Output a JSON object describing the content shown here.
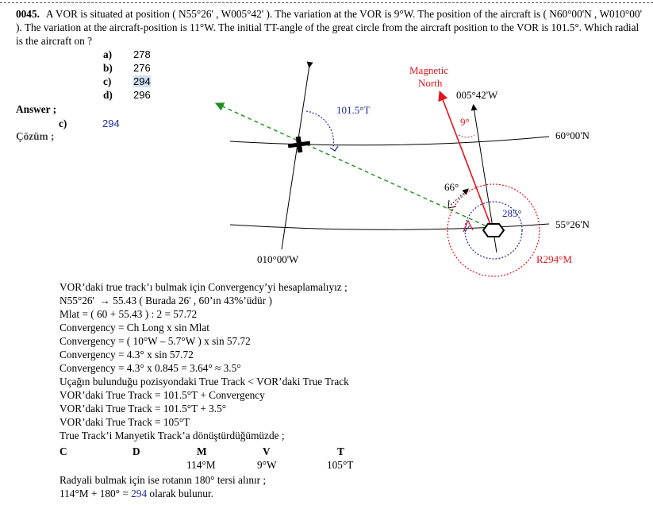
{
  "question": {
    "number": "0045.",
    "text": "A VOR is situated at position ( N55°26' , W005°42' ). The variation at the VOR is 9°W. The position of the aircraft is ( N60°00'N , W010°00' ). The variation at the aircraft-position is 11°W. The initial TT-angle of the great circle from the aircraft position to the VOR is 101.5°. Which radial is the aircraft on ?"
  },
  "options": [
    {
      "letter": "a)",
      "value": "278"
    },
    {
      "letter": "b)",
      "value": "276"
    },
    {
      "letter": "c)",
      "value": "294"
    },
    {
      "letter": "d)",
      "value": "296"
    }
  ],
  "answer": {
    "label": "Answer ;",
    "letter": "c)",
    "value": "294"
  },
  "cozum_label": "Çözüm ;",
  "diagram": {
    "magnetic_north": [
      "Magnetic",
      "North"
    ],
    "vor_meridian": "005°42'W",
    "lat_aircraft": "60°00'N",
    "lat_vor": "55°26'N",
    "meridian_aircraft": "010°00'W",
    "track_angle": "101.5°T",
    "variation_angle": "9°",
    "convergency_angle": "66°",
    "radial_angle": "285°",
    "radial_result": "R294°M",
    "colors": {
      "red": "#e3141c",
      "green": "#1e8f1e",
      "blue": "#1f2a9a"
    }
  },
  "solution": {
    "lines": [
      "VOR’daki true track’ı bulmak için Convergency’yi hesaplamalıyız ;",
      "N55°26'  → 55.43 ( Burada 26' , 60’ın 43%’üdür )",
      "Mlat = ( 60 + 55.43 ) : 2 = 57.72",
      "Convergency = Ch Long x sin Mlat",
      "Convergency = ( 10°W – 5.7°W ) x sin 57.72",
      "Convergency = 4.3° x sin 57.72",
      "Convergency = 4.3° x 0.845 = 3.64° ≈ 3.5°",
      "Uçağın bulunduğu pozisyondaki True Track < VOR’daki True Track",
      "VOR’daki True Track = 101.5°T + Convergency",
      "VOR’daki True Track = 101.5°T + 3.5°",
      "VOR’daki True Track = 105°T",
      "True Track’i Manyetik Track’a dönüştürdüğümüzde ;"
    ],
    "table_headers": [
      "C",
      "D",
      "M",
      "V",
      "T"
    ],
    "table_values": [
      "114°M",
      "9°W",
      "105°T"
    ],
    "closing_line1": "Radyali bulmak için ise rotanın 180° tersi alınır ;",
    "closing_line2_prefix": "114°M + 180° = ",
    "closing_line2_value": "294",
    "closing_line2_suffix": " olarak bulunur."
  }
}
